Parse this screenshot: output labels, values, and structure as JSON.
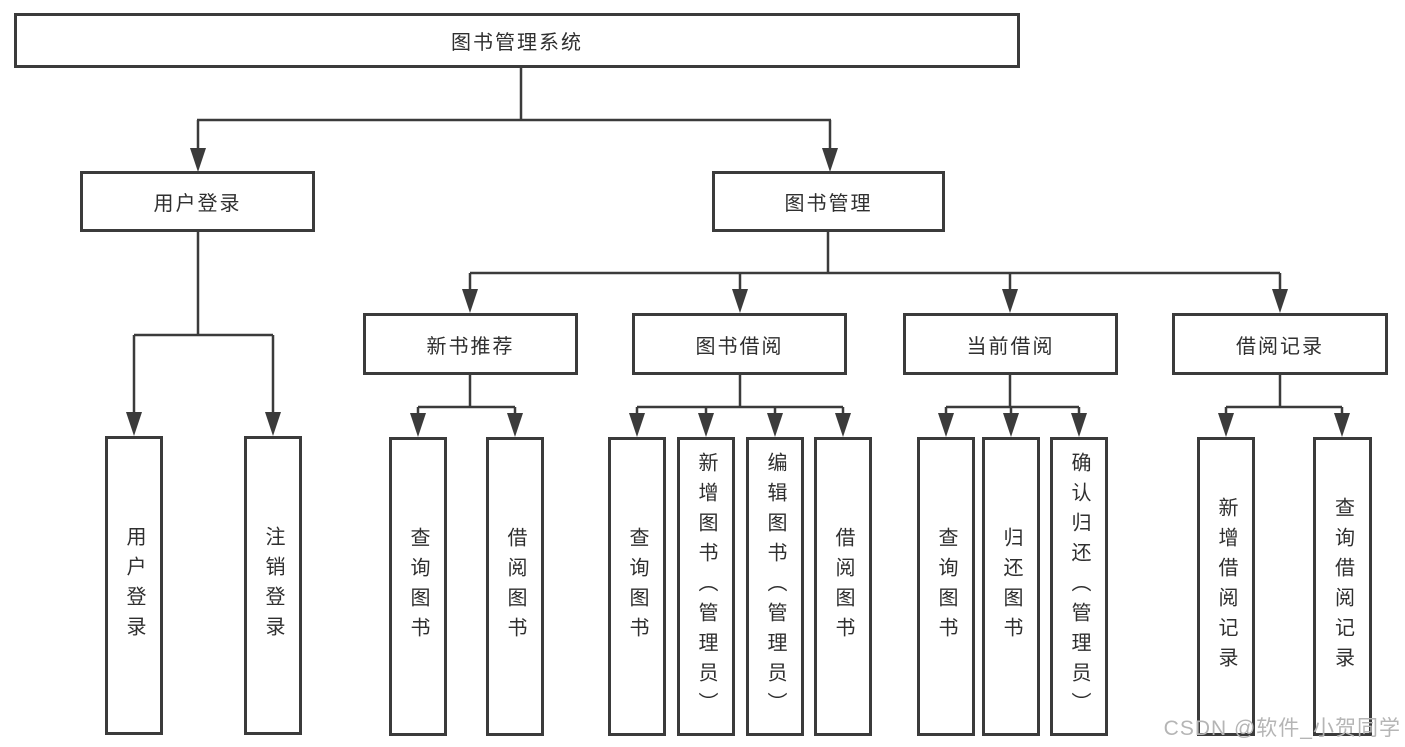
{
  "diagram": {
    "root": "图书管理系统",
    "branches": {
      "user_login": "用户登录",
      "book_mgmt": "图书管理"
    },
    "modules": {
      "new_book_rec": "新书推荐",
      "book_borrow": "图书借阅",
      "current_borrow": "当前借阅",
      "borrow_record": "借阅记录"
    },
    "leaves": {
      "user_login": "用户登录",
      "logout": "注销登录",
      "rec_query": "查询图书",
      "rec_borrow": "借阅图书",
      "bb_query": "查询图书",
      "bb_add": "新增图书（管理员）",
      "bb_edit": "编辑图书（管理员）",
      "bb_borrow": "借阅图书",
      "cb_query": "查询图书",
      "cb_return": "归还图书",
      "cb_confirm": "确认归还（管理员）",
      "br_add": "新增借阅记录",
      "br_query": "查询借阅记录"
    },
    "watermark": "CSDN @软件_小贺同学",
    "colors": {
      "line": "#3b3b3b",
      "text": "#2f2f2f",
      "watermark": "#b5b5b5"
    }
  }
}
